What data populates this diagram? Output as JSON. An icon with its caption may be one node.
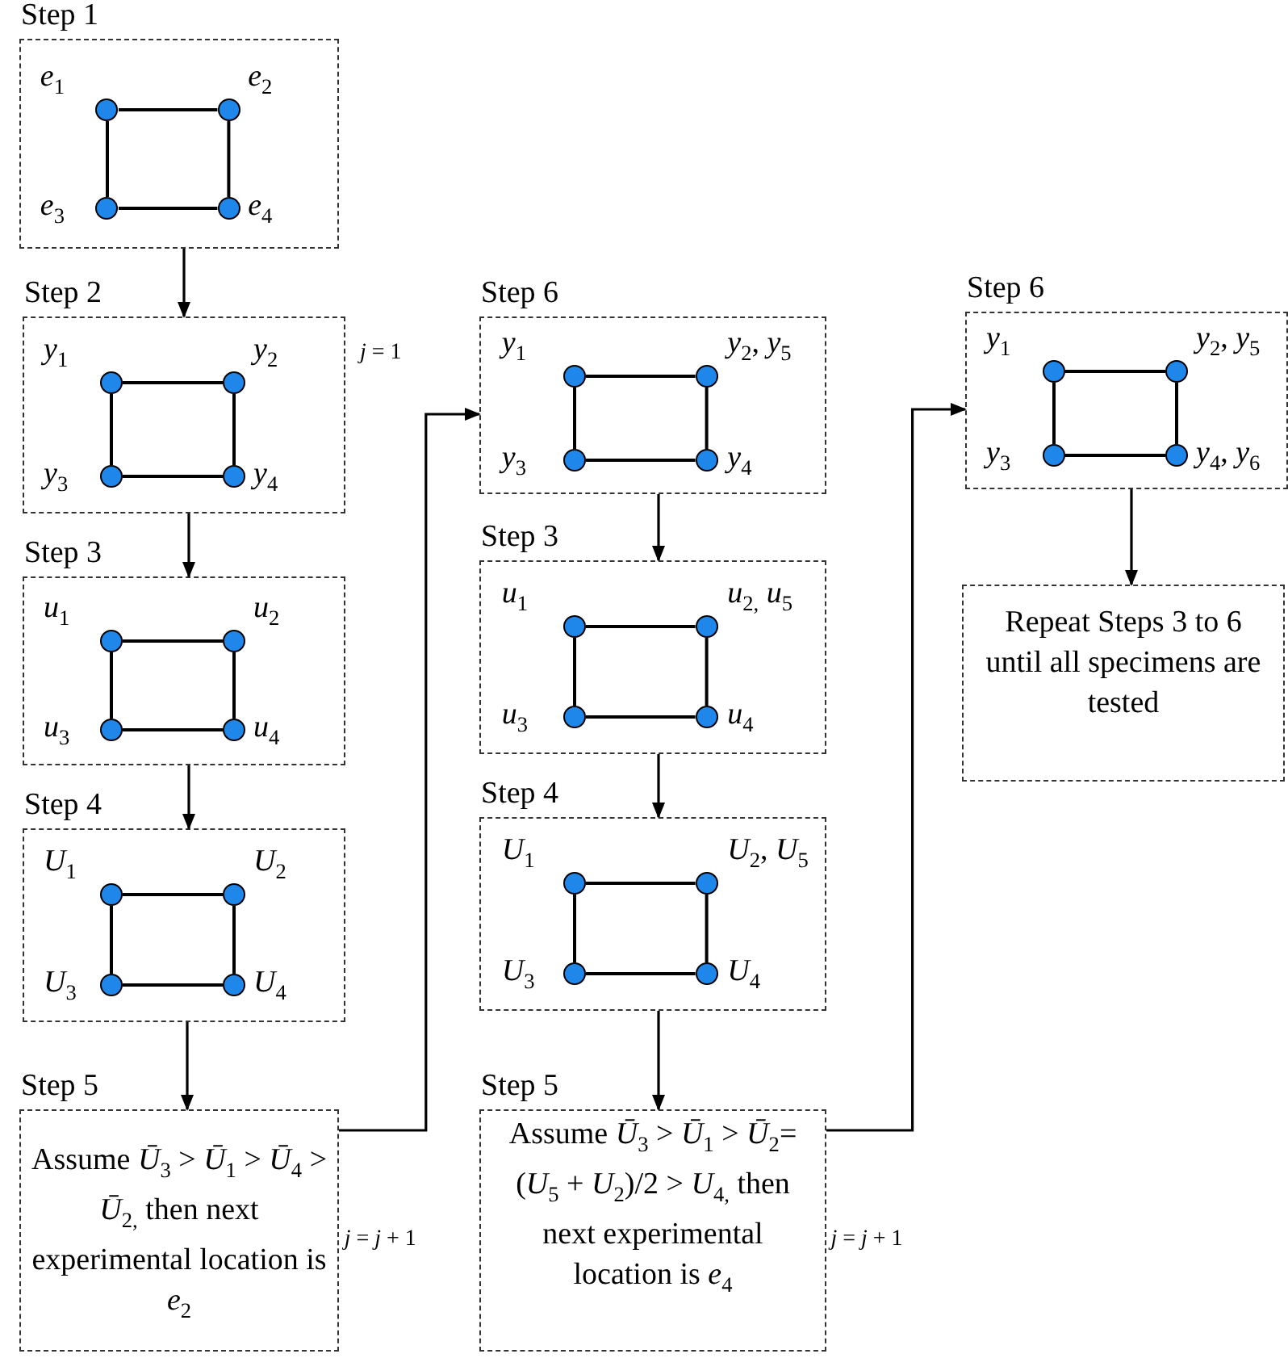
{
  "diagram": {
    "nodes": [
      {
        "text": [
          "Step 1"
        ]
      },
      {
        "text": [],
        "shape": "circle",
        "in": 0,
        "beside": [
          "*e*$_{1}$"
        ]
      },
      {
        "text": [],
        "shape": "circle",
        "in": 0,
        "beside": [
          "*e*$_{2}$"
        ]
      },
      {
        "text": [],
        "shape": "circle",
        "in": 0,
        "beside": [
          "*e*$_{3}$"
        ]
      },
      {
        "text": [],
        "shape": "circle",
        "in": 0,
        "beside": [
          "*e*$_{4}$"
        ]
      },
      {
        "text": [
          "Step 2"
        ],
        "beside": [
          "*j* = 1"
        ]
      },
      {
        "text": [],
        "shape": "circle",
        "in": 5,
        "beside": [
          "*y*$_{1}$"
        ]
      },
      {
        "text": [],
        "shape": "circle",
        "in": 5,
        "beside": [
          "*y*$_{2}$"
        ]
      },
      {
        "text": [],
        "shape": "circle",
        "in": 5,
        "beside": [
          "*y*$_{3}$"
        ]
      },
      {
        "text": [],
        "shape": "circle",
        "in": 5,
        "beside": [
          "*y*$_{4}$"
        ]
      },
      {
        "text": [
          "Step 3"
        ]
      },
      {
        "text": [],
        "shape": "circle",
        "in": 10,
        "beside": [
          "*u*$_{1}$"
        ]
      },
      {
        "text": [],
        "shape": "circle",
        "in": 10,
        "beside": [
          "*u*$_{2}$"
        ]
      },
      {
        "text": [],
        "shape": "circle",
        "in": 10,
        "beside": [
          "*u*$_{3}$"
        ]
      },
      {
        "text": [],
        "shape": "circle",
        "in": 10,
        "beside": [
          "*u*$_{4}$"
        ]
      },
      {
        "text": [
          "Step 4"
        ]
      },
      {
        "text": [],
        "shape": "circle",
        "in": 15,
        "beside": [
          "*U*$_{1}$"
        ]
      },
      {
        "text": [],
        "shape": "circle",
        "in": 15,
        "beside": [
          "*U*$_{2}$"
        ]
      },
      {
        "text": [],
        "shape": "circle",
        "in": 15,
        "beside": [
          "*U*$_{3}$"
        ]
      },
      {
        "text": [],
        "shape": "circle",
        "in": 15,
        "beside": [
          "*U*$_{4}$"
        ]
      },
      {
        "text": [
          "Step 5",
          "Assume *Ū*$_{3}$ > *Ū*$_{1}$ > *Ū*$_{4}$ > *Ū*$_{2,}$ then next experimental location is *e*$_{2}$"
        ]
      },
      {
        "text": [
          "Step 6"
        ]
      },
      {
        "text": [],
        "shape": "circle",
        "in": 21,
        "beside": [
          "*y*$_{1}$"
        ]
      },
      {
        "text": [],
        "shape": "circle",
        "in": 21,
        "beside": [
          "*y*$_{2}$, *y*$_{5}$"
        ]
      },
      {
        "text": [],
        "shape": "circle",
        "in": 21,
        "beside": [
          "*y*$_{3}$"
        ]
      },
      {
        "text": [],
        "shape": "circle",
        "in": 21,
        "beside": [
          "*y*$_{4}$"
        ]
      },
      {
        "text": [
          "Step 3"
        ]
      },
      {
        "text": [],
        "shape": "circle",
        "in": 26,
        "beside": [
          "*u*$_{1}$"
        ]
      },
      {
        "text": [],
        "shape": "circle",
        "in": 26,
        "beside": [
          "*u*$_{2,}$ *u*$_{5}$"
        ]
      },
      {
        "text": [],
        "shape": "circle",
        "in": 26,
        "beside": [
          "*u*$_{3}$"
        ]
      },
      {
        "text": [],
        "shape": "circle",
        "in": 26,
        "beside": [
          "*u*$_{4}$"
        ]
      },
      {
        "text": [
          "Step 4"
        ]
      },
      {
        "text": [],
        "shape": "circle",
        "in": 31,
        "beside": [
          "*U*$_{1}$"
        ]
      },
      {
        "text": [],
        "shape": "circle",
        "in": 31,
        "beside": [
          "*U*$_{2}$, *U*$_{5}$"
        ]
      },
      {
        "text": [],
        "shape": "circle",
        "in": 31,
        "beside": [
          "*U*$_{3}$"
        ]
      },
      {
        "text": [],
        "shape": "circle",
        "in": 31,
        "beside": [
          "*U*$_{4}$"
        ]
      },
      {
        "text": [
          "Step 5",
          "Assume *Ū*$_{3}$ > *Ū*$_{1}$ > *Ū*$_{2}$=(*U*$_{5}$ + *U*$_{2}$)/2 > *U*$_{4,}$ then next experimental location is *e*$_{4}$"
        ]
      },
      {
        "text": [
          "Step 6"
        ]
      },
      {
        "text": [],
        "shape": "circle",
        "in": 37,
        "beside": [
          "*y*$_{1}$"
        ]
      },
      {
        "text": [],
        "shape": "circle",
        "in": 37,
        "beside": [
          "*y*$_{2}$, *y*$_{5}$"
        ]
      },
      {
        "text": [],
        "shape": "circle",
        "in": 37,
        "beside": [
          "*y*$_{3}$"
        ]
      },
      {
        "text": [],
        "shape": "circle",
        "in": 37,
        "beside": [
          "*y*$_{4}$, *y*$_{6}$"
        ]
      },
      {
        "text": [
          "Repeat Steps 3 to 6 until all specimens are tested"
        ]
      }
    ],
    "edges": [
      {
        "from": 0,
        "to": 5,
        "arrow": "to"
      },
      {
        "from": 5,
        "to": 10,
        "arrow": "to"
      },
      {
        "from": 10,
        "to": 15,
        "arrow": "to"
      },
      {
        "from": 15,
        "to": 20,
        "arrow": "to"
      },
      {
        "from": 20,
        "to": 21,
        "arrow": "to",
        "label": "*j* = *j* + 1"
      },
      {
        "from": 21,
        "to": 26,
        "arrow": "to"
      },
      {
        "from": 26,
        "to": 31,
        "arrow": "to"
      },
      {
        "from": 31,
        "to": 36,
        "arrow": "to"
      },
      {
        "from": 36,
        "to": 37,
        "arrow": "to",
        "label": "*j* = *j* + 1"
      },
      {
        "from": 37,
        "to": 42,
        "arrow": "to"
      },
      {
        "from": 1,
        "to": 2,
        "arrow": "none"
      },
      {
        "from": 2,
        "to": 4,
        "arrow": "none"
      },
      {
        "from": 4,
        "to": 3,
        "arrow": "none"
      },
      {
        "from": 3,
        "to": 1,
        "arrow": "none"
      },
      {
        "from": 6,
        "to": 7,
        "arrow": "none"
      },
      {
        "from": 7,
        "to": 9,
        "arrow": "none"
      },
      {
        "from": 9,
        "to": 8,
        "arrow": "none"
      },
      {
        "from": 8,
        "to": 6,
        "arrow": "none"
      },
      {
        "from": 11,
        "to": 12,
        "arrow": "none"
      },
      {
        "from": 12,
        "to": 14,
        "arrow": "none"
      },
      {
        "from": 14,
        "to": 13,
        "arrow": "none"
      },
      {
        "from": 13,
        "to": 11,
        "arrow": "none"
      },
      {
        "from": 16,
        "to": 17,
        "arrow": "none"
      },
      {
        "from": 17,
        "to": 19,
        "arrow": "none"
      },
      {
        "from": 19,
        "to": 18,
        "arrow": "none"
      },
      {
        "from": 18,
        "to": 16,
        "arrow": "none"
      },
      {
        "from": 22,
        "to": 23,
        "arrow": "none"
      },
      {
        "from": 23,
        "to": 25,
        "arrow": "none"
      },
      {
        "from": 25,
        "to": 24,
        "arrow": "none"
      },
      {
        "from": 24,
        "to": 22,
        "arrow": "none"
      },
      {
        "from": 27,
        "to": 28,
        "arrow": "none"
      },
      {
        "from": 28,
        "to": 30,
        "arrow": "none"
      },
      {
        "from": 30,
        "to": 29,
        "arrow": "none"
      },
      {
        "from": 29,
        "to": 27,
        "arrow": "none"
      },
      {
        "from": 32,
        "to": 33,
        "arrow": "none"
      },
      {
        "from": 33,
        "to": 35,
        "arrow": "none"
      },
      {
        "from": 35,
        "to": 34,
        "arrow": "none"
      },
      {
        "from": 34,
        "to": 32,
        "arrow": "none"
      },
      {
        "from": 38,
        "to": 39,
        "arrow": "none"
      },
      {
        "from": 39,
        "to": 41,
        "arrow": "none"
      },
      {
        "from": 41,
        "to": 40,
        "arrow": "none"
      },
      {
        "from": 40,
        "to": 38,
        "arrow": "none"
      }
    ]
  }
}
